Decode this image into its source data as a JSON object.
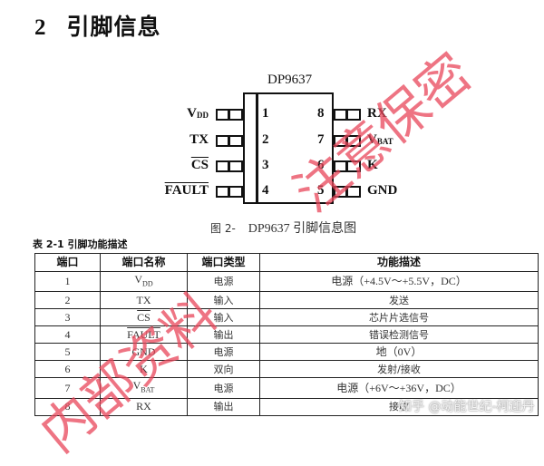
{
  "section": {
    "number": "2",
    "title": "引脚信息"
  },
  "diagram": {
    "chip_name": "DP9637",
    "caption_prefix": "图 2-",
    "caption_text": "DP9637 引脚信息图",
    "left_pins": [
      {
        "num": "1",
        "label": "V",
        "sub": "DD",
        "overline": false
      },
      {
        "num": "2",
        "label": "TX",
        "sub": "",
        "overline": false
      },
      {
        "num": "3",
        "label": "CS",
        "sub": "",
        "overline": true
      },
      {
        "num": "4",
        "label": "FAULT",
        "sub": "",
        "overline": true
      }
    ],
    "right_pins": [
      {
        "num": "8",
        "label": "RX",
        "sub": "",
        "overline": false
      },
      {
        "num": "7",
        "label": "V",
        "sub": "BAT",
        "overline": false
      },
      {
        "num": "6",
        "label": "K",
        "sub": "",
        "overline": false
      },
      {
        "num": "5",
        "label": "GND",
        "sub": "",
        "overline": false
      }
    ]
  },
  "table": {
    "title": "表 2-1 引脚功能描述",
    "headers": [
      "端口",
      "端口名称",
      "端口类型",
      "功能描述"
    ],
    "rows": [
      {
        "port": "1",
        "name": "V",
        "name_sub": "DD",
        "name_overline": false,
        "type": "电源",
        "desc": "电源（+4.5V～+5.5V，DC）"
      },
      {
        "port": "2",
        "name": "TX",
        "name_sub": "",
        "name_overline": false,
        "type": "输入",
        "desc": "发送"
      },
      {
        "port": "3",
        "name": "CS",
        "name_sub": "",
        "name_overline": true,
        "type": "输入",
        "desc": "芯片片选信号"
      },
      {
        "port": "4",
        "name": "FAULT",
        "name_sub": "",
        "name_overline": true,
        "type": "输出",
        "desc": "错误检测信号"
      },
      {
        "port": "5",
        "name": "GND",
        "name_sub": "",
        "name_overline": false,
        "type": "电源",
        "desc": "地（0V）"
      },
      {
        "port": "6",
        "name": "K",
        "name_sub": "",
        "name_overline": false,
        "type": "双向",
        "desc": "发射/接收"
      },
      {
        "port": "7",
        "name": "V",
        "name_sub": "BAT",
        "name_overline": false,
        "type": "电源",
        "desc": "电源（+6V～+36V，DC）"
      },
      {
        "port": "8",
        "name": "RX",
        "name_sub": "",
        "name_overline": false,
        "type": "输出",
        "desc": "接收"
      }
    ]
  },
  "watermark": {
    "lower": "内部资料",
    "upper": "注意保密",
    "credit": "知乎 @动能世纪-柯迎丹",
    "color": "#e8465a"
  }
}
